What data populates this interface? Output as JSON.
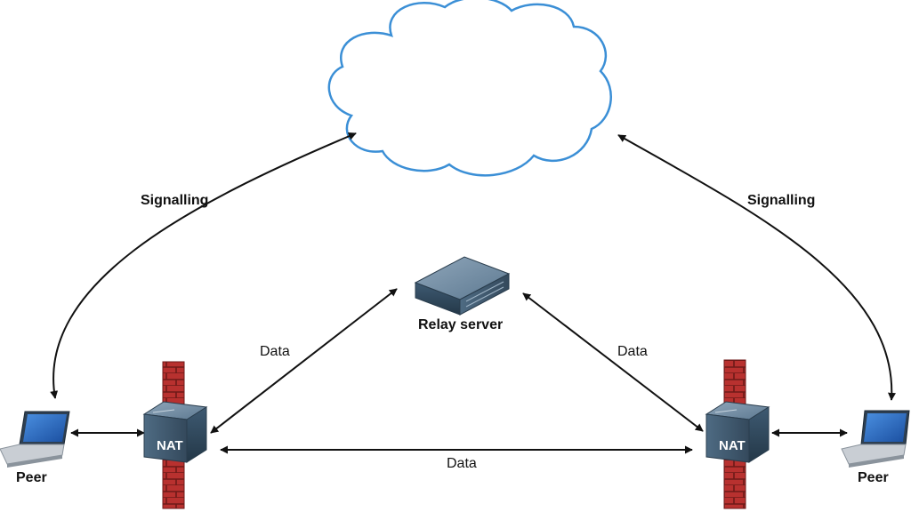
{
  "labels": {
    "signalling_left": "Signalling",
    "signalling_right": "Signalling",
    "relay_server": "Relay server",
    "data_left": "Data",
    "data_right": "Data",
    "data_bottom": "Data",
    "peer_left": "Peer",
    "peer_right": "Peer",
    "nat_left": "NAT",
    "nat_right": "NAT"
  },
  "icons": {
    "cloud": "cloud-icon",
    "relay": "relay-server-icon",
    "nat": "nat-router-icon",
    "firewall": "firewall-icon",
    "laptop": "laptop-icon"
  },
  "colors": {
    "cloud_stroke": "#3b8fd6",
    "arrow": "#111111",
    "firewall": "#b8312f",
    "device": "#3d5a73",
    "text": "#111111"
  }
}
